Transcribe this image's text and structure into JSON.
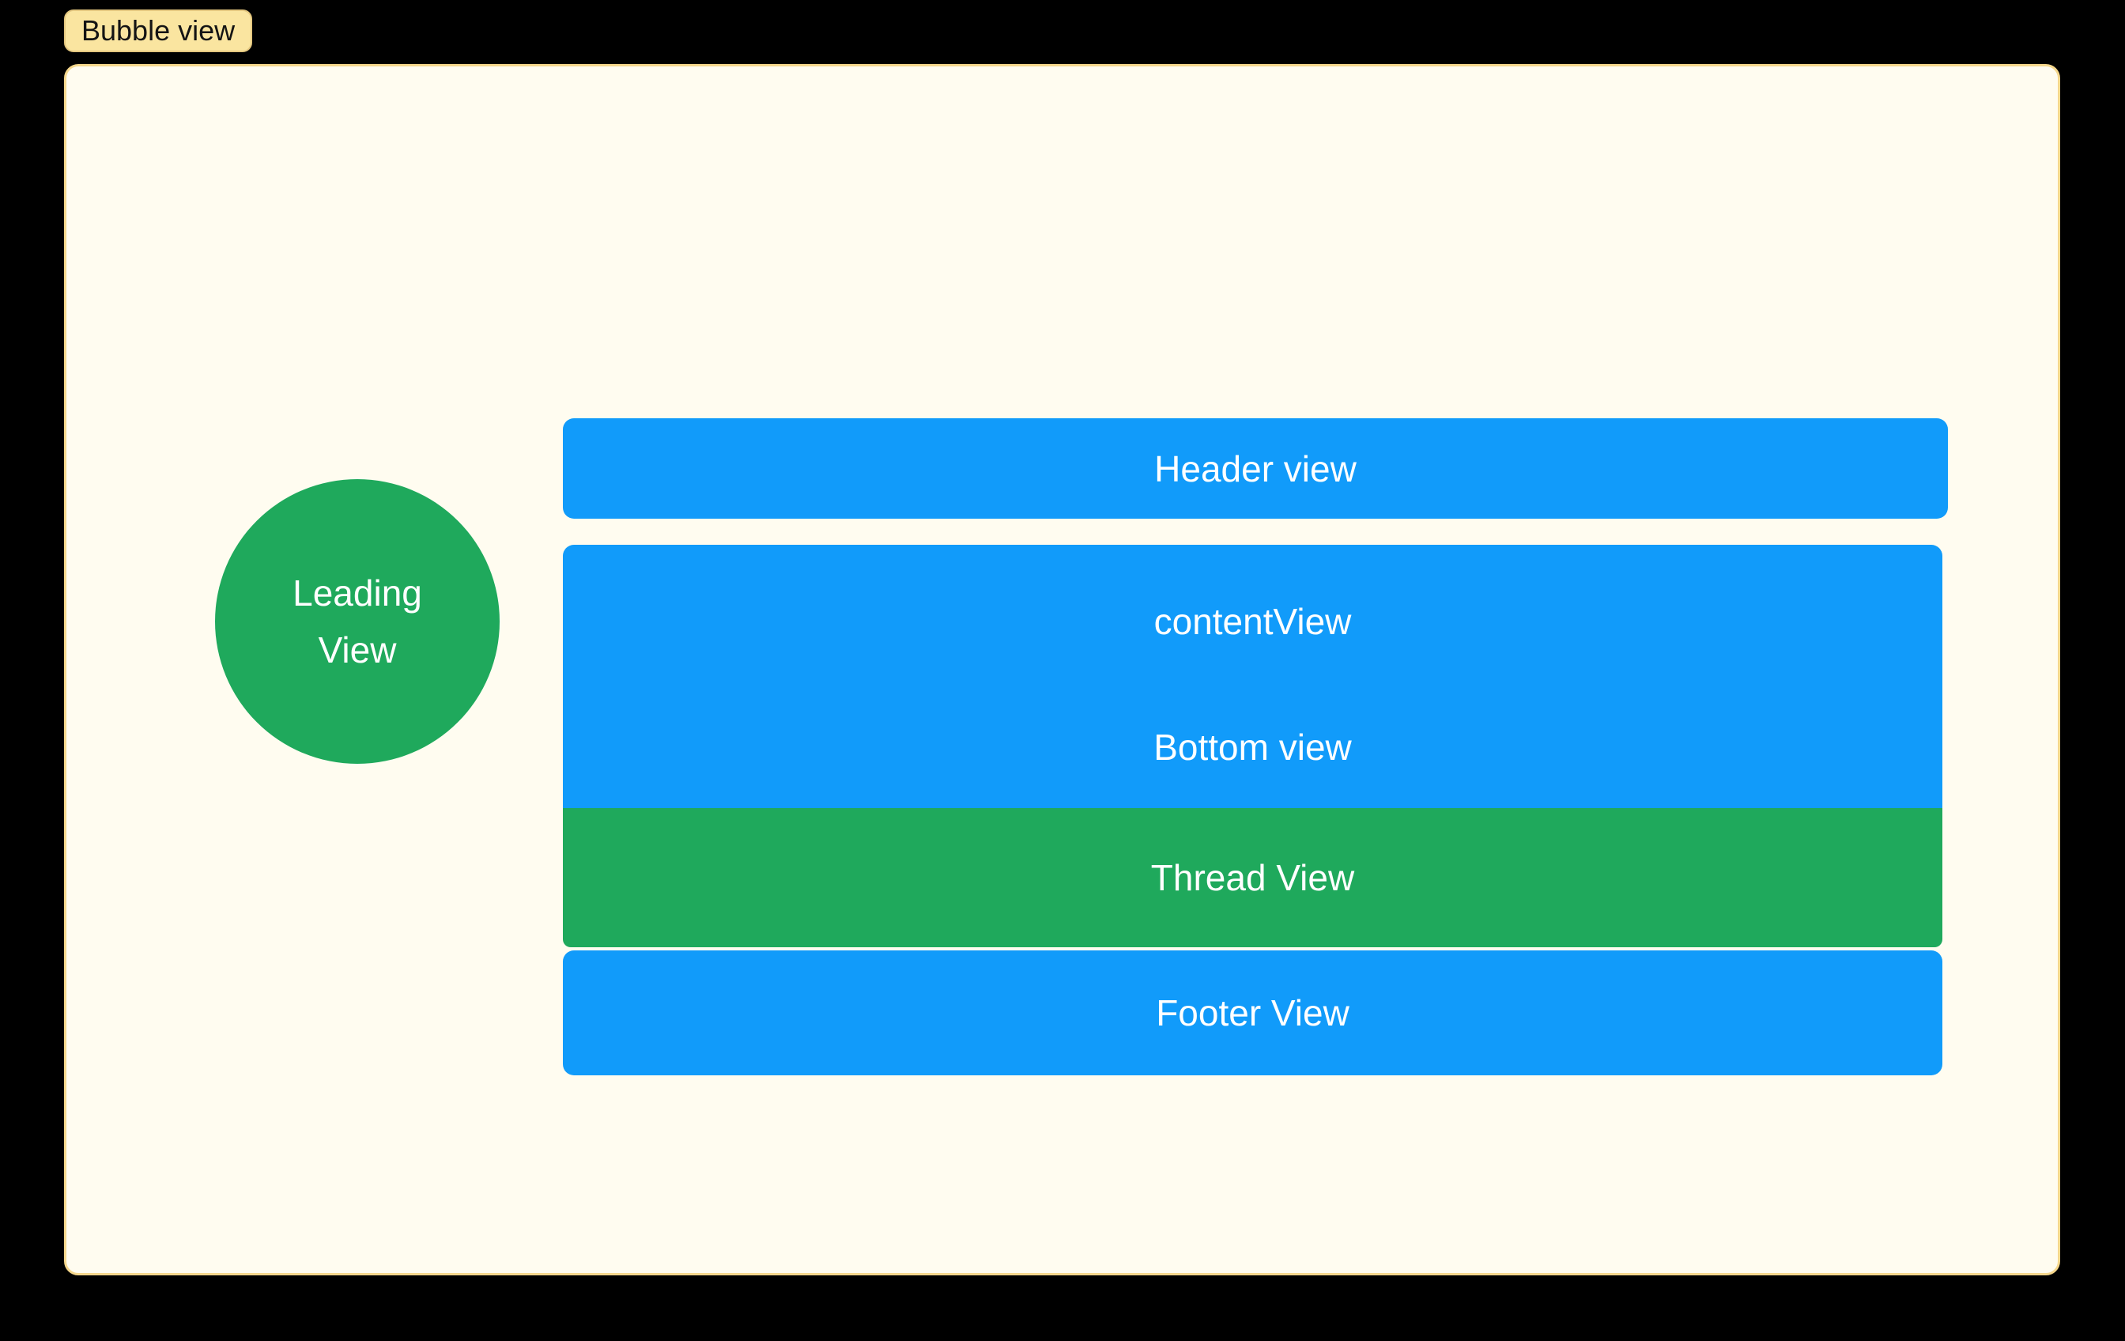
{
  "tag": {
    "label": "Bubble view"
  },
  "leading_view": {
    "line1": "Leading",
    "line2": "View"
  },
  "bars": [
    {
      "id": "header-view",
      "label": "Header view",
      "color": "blue"
    },
    {
      "id": "content-view",
      "label": "contentView",
      "color": "blue"
    },
    {
      "id": "bottom-view",
      "label": "Bottom view",
      "color": "blue"
    },
    {
      "id": "thread-view",
      "label": "Thread View",
      "color": "green"
    },
    {
      "id": "footer-view",
      "label": "Footer View",
      "color": "blue"
    }
  ],
  "colors": {
    "blue": "#119BFA",
    "green": "#1FA95C",
    "panel_background": "#FFFCF0",
    "panel_border": "#F5D78C",
    "tag_background": "#FAE5A0",
    "tag_border": "#E4C77F",
    "page_background": "#000000",
    "bar_text": "#FFFFFF",
    "tag_text": "#141414"
  }
}
